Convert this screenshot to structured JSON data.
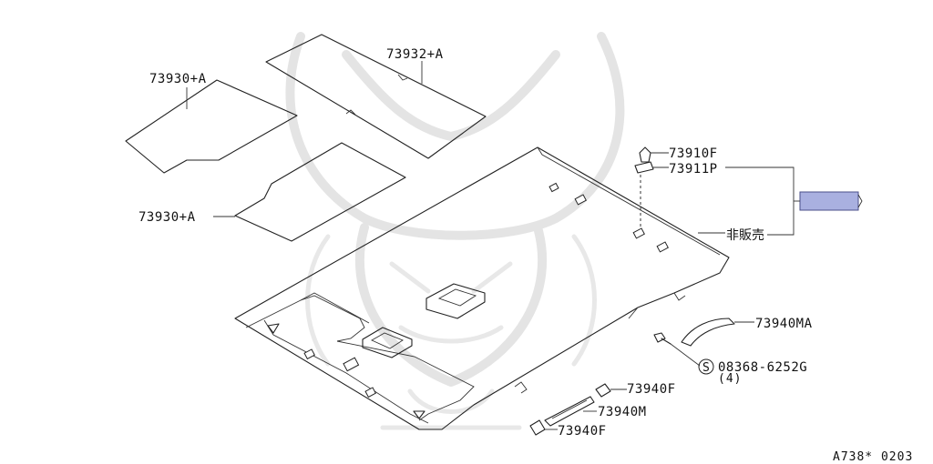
{
  "labels": {
    "rear_pad": "73930+A",
    "center_pad": "73932+A",
    "front_pad": "73930+A",
    "clip_f": "73910F",
    "clip_p": "73911P",
    "not_for_sale": "非販売",
    "grip_ma": "73940MA",
    "screw": "08368-6252G",
    "screw_qty": "(4)",
    "bracket_f_upper": "73940F",
    "grip_m": "73940M",
    "bracket_f_lower": "73940F",
    "screw_symbol": "S"
  },
  "diagram_code": "A738* 0203",
  "colors": {
    "line": "#222222",
    "highlight_fill": "#a9b0e0",
    "highlight_stroke": "#4a4f8a",
    "watermark": "#e4e4e4"
  }
}
